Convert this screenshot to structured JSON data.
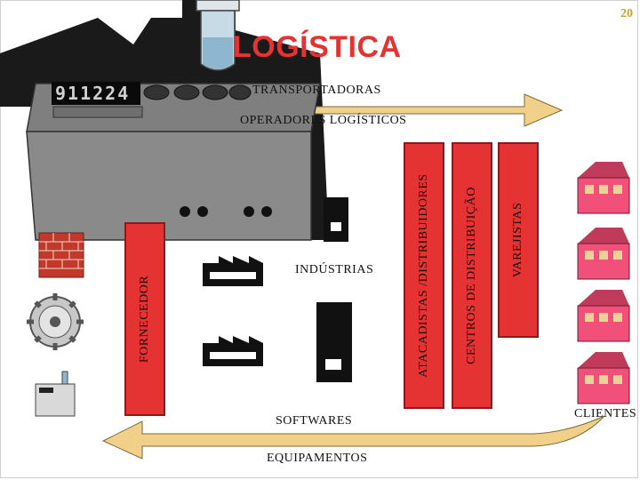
{
  "slide": {
    "page_number": "20",
    "title": "LOGÍSTICA",
    "machine_display": "911224"
  },
  "diagram": {
    "top_arrow_labels": [
      "TRANSPORTADORAS",
      "OPERADORES LOGÍSTICOS"
    ],
    "bottom_arrow_labels": [
      "SOFTWARES",
      "EQUIPAMENTOS"
    ],
    "columns": {
      "fornecedor": "FORNECEDOR",
      "industrias": "INDÚSTRIAS",
      "atacadistas": "ATACADISTAS /DISTRIBUIDORES",
      "centros": "CENTROS DE DISTRIBUIÇÃO",
      "varejistas": "VAREJISTAS",
      "clientes": "CLIENTES"
    },
    "colors": {
      "bar_red": "#e53333",
      "arrow_tan": "#f1d08a",
      "title_red": "#e53333",
      "house_pink": "#f0507a"
    }
  }
}
